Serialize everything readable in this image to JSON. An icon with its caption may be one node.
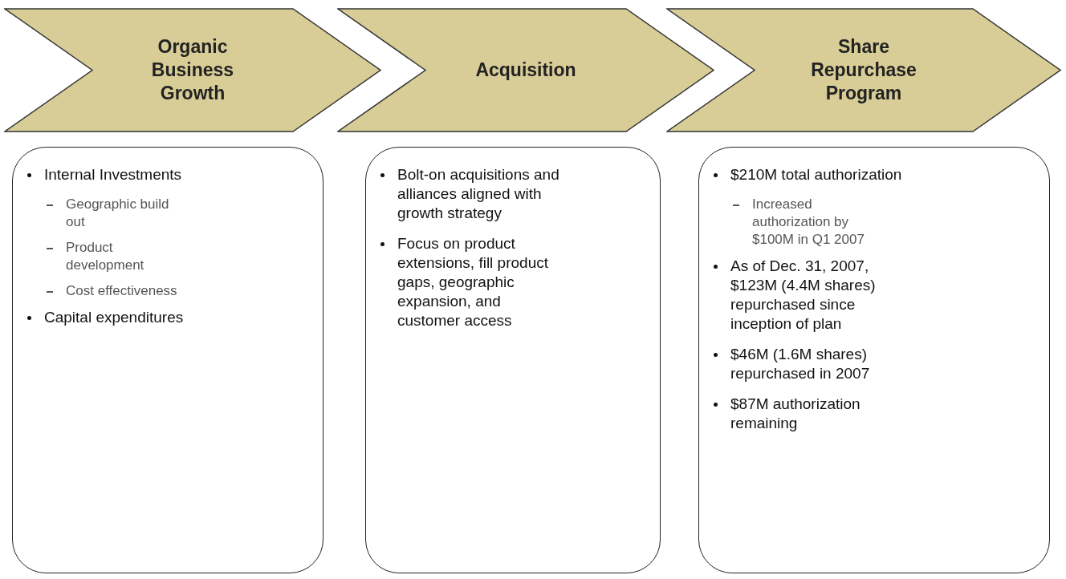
{
  "diagram": {
    "nodes": [
      {
        "text": [
          "Organic Business Growth"
        ]
      },
      {
        "text": [
          "Acquisition"
        ]
      },
      {
        "text": [
          "Share Repurchase Program"
        ]
      },
      {
        "text": [
          "Internal Investments",
          "Geographic build out",
          "Product development",
          "Cost effectiveness",
          "Capital expenditures"
        ]
      },
      {
        "text": [
          "Bolt-on acquisitions and alliances aligned with growth strategy",
          "Focus on product extensions, fill product gaps, geographic expansion, and customer access"
        ]
      },
      {
        "text": [
          "$210M total authorization",
          "Increased authorization by $100M in Q1 2007",
          "As of Dec. 31, 2007, $123M (4.4M shares) repurchased since inception of plan",
          "$46M (1.6M shares) repurchased in 2007",
          "$87M authorization remaining"
        ]
      }
    ],
    "edges": []
  }
}
